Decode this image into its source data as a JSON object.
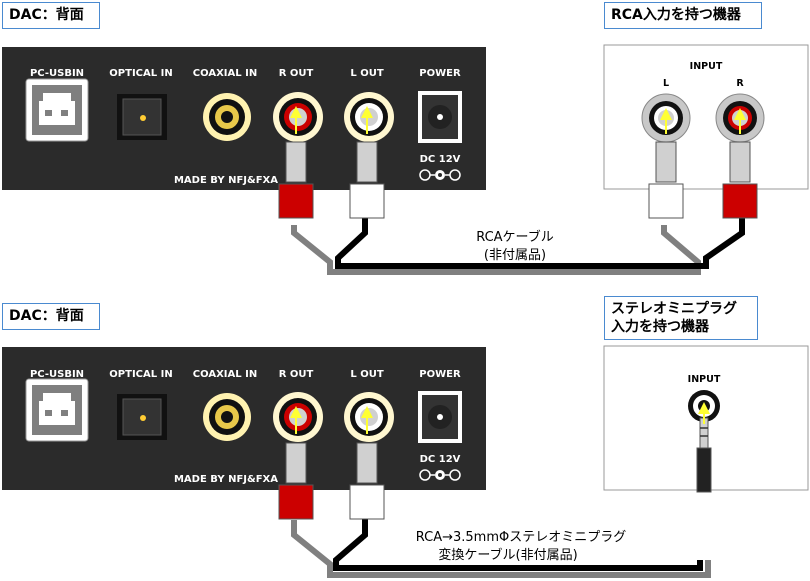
{
  "top": {
    "dac_title": "DAC：背面",
    "device_title": "RCA入力を持つ機器",
    "device_input_label": "INPUT",
    "device_l": "L",
    "device_r": "R",
    "cable_line1": "RCAケーブル",
    "cable_line2": "(非付属品)"
  },
  "bottom": {
    "dac_title": "DAC：背面",
    "device_title_line1": "ステレオミニプラグ",
    "device_title_line2": "入力を持つ機器",
    "device_input_label": "INPUT",
    "cable_line1": "RCA→3.5mmΦステレオミニプラグ",
    "cable_line2": "変換ケーブル(非付属品)"
  },
  "dac_panel": {
    "pc_usb": "PC-USBIN",
    "optical": "OPTICAL IN",
    "coaxial": "COAXIAL IN",
    "r_out": "R OUT",
    "l_out": "L OUT",
    "power": "POWER",
    "dc": "DC 12V",
    "maker": "MADE BY NFJ&FXA"
  },
  "colors": {
    "panel": "#2b2b2b",
    "red": "#cc0000",
    "arrow": "#ffff33",
    "cable_black": "#000000",
    "cable_grey": "#808080",
    "box_border": "#4a8ad0"
  }
}
